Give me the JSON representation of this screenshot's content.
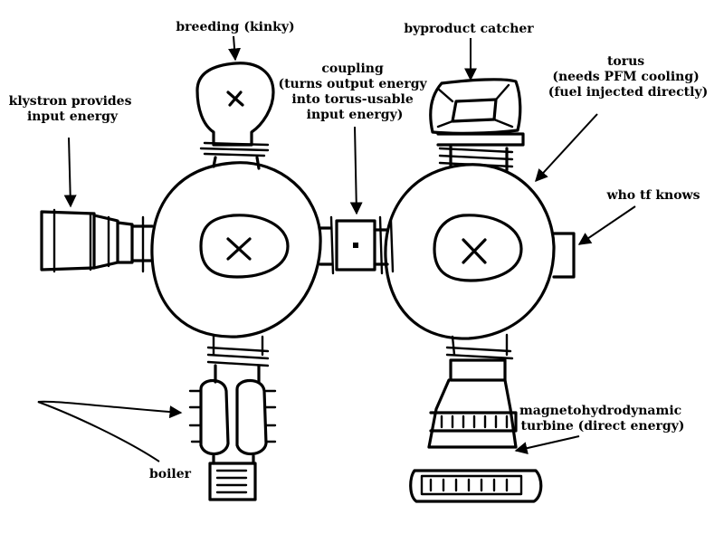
{
  "labels": {
    "breeding": "breeding (kinky)",
    "coupling": [
      "coupling",
      "(turns output energy",
      "into torus-usable",
      "input energy)"
    ],
    "byproduct": "byproduct catcher",
    "torus": [
      "torus",
      "(needs PFM cooling)",
      "(fuel injected directly)"
    ],
    "klystron": [
      "klystron provides",
      "input energy"
    ],
    "who": "who tf knows",
    "mhd": [
      "magnetohydrodynamic",
      "turbine (direct energy)"
    ],
    "boiler": "boiler"
  }
}
